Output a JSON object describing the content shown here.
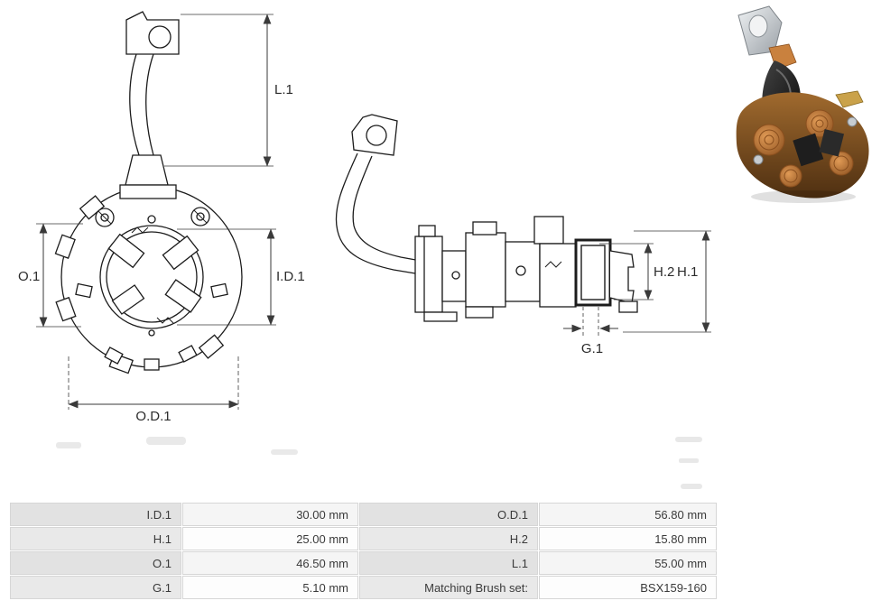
{
  "diagram": {
    "labels": {
      "l1": "L.1",
      "o1": "O.1",
      "id1": "I.D.1",
      "od1": "O.D.1",
      "h2": "H.2",
      "h1": "H.1",
      "g1": "G.1"
    }
  },
  "table": {
    "rows": [
      {
        "k1": "I.D.1",
        "v1": "30.00 mm",
        "k2": "O.D.1",
        "v2": "56.80 mm"
      },
      {
        "k1": "H.1",
        "v1": "25.00 mm",
        "k2": "H.2",
        "v2": "15.80 mm"
      },
      {
        "k1": "O.1",
        "v1": "46.50 mm",
        "k2": "L.1",
        "v2": "55.00 mm"
      },
      {
        "k1": "G.1",
        "v1": "5.10 mm",
        "k2": "Matching Brush set:",
        "v2": "BSX159-160"
      }
    ]
  }
}
